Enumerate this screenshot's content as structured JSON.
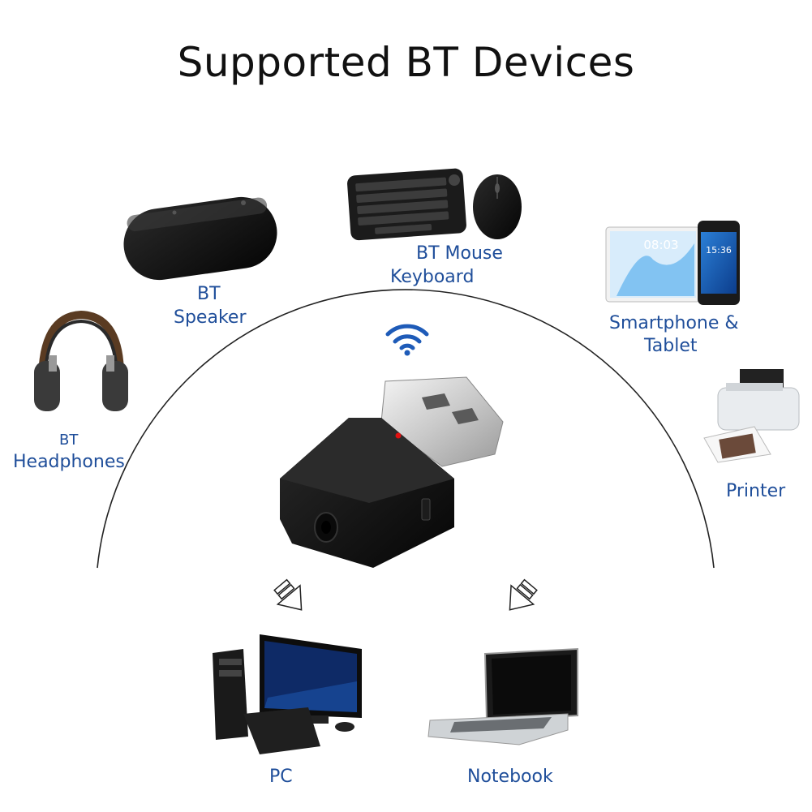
{
  "title": "Supported BT Devices",
  "devices": {
    "speaker": {
      "line1": "BT",
      "line2": "Speaker"
    },
    "mouse_keyboard": {
      "line1_bt": "BT",
      "line1_rest": " Mouse",
      "line2": "Keyboard"
    },
    "smartphone_tablet": {
      "line1": "Smartphone &",
      "line2": "Tablet"
    },
    "headphones": {
      "line1": "BT",
      "line2": "Headphones"
    },
    "printer": {
      "label": "Printer"
    },
    "pc": {
      "label": "PC"
    },
    "notebook": {
      "label": "Notebook"
    }
  },
  "screen_texts": {
    "tablet_time": "08:03",
    "phone_time": "15:36"
  },
  "colors": {
    "label": "#1f4e9a",
    "wifi": "#1e5bb8",
    "led": "#e01010"
  }
}
